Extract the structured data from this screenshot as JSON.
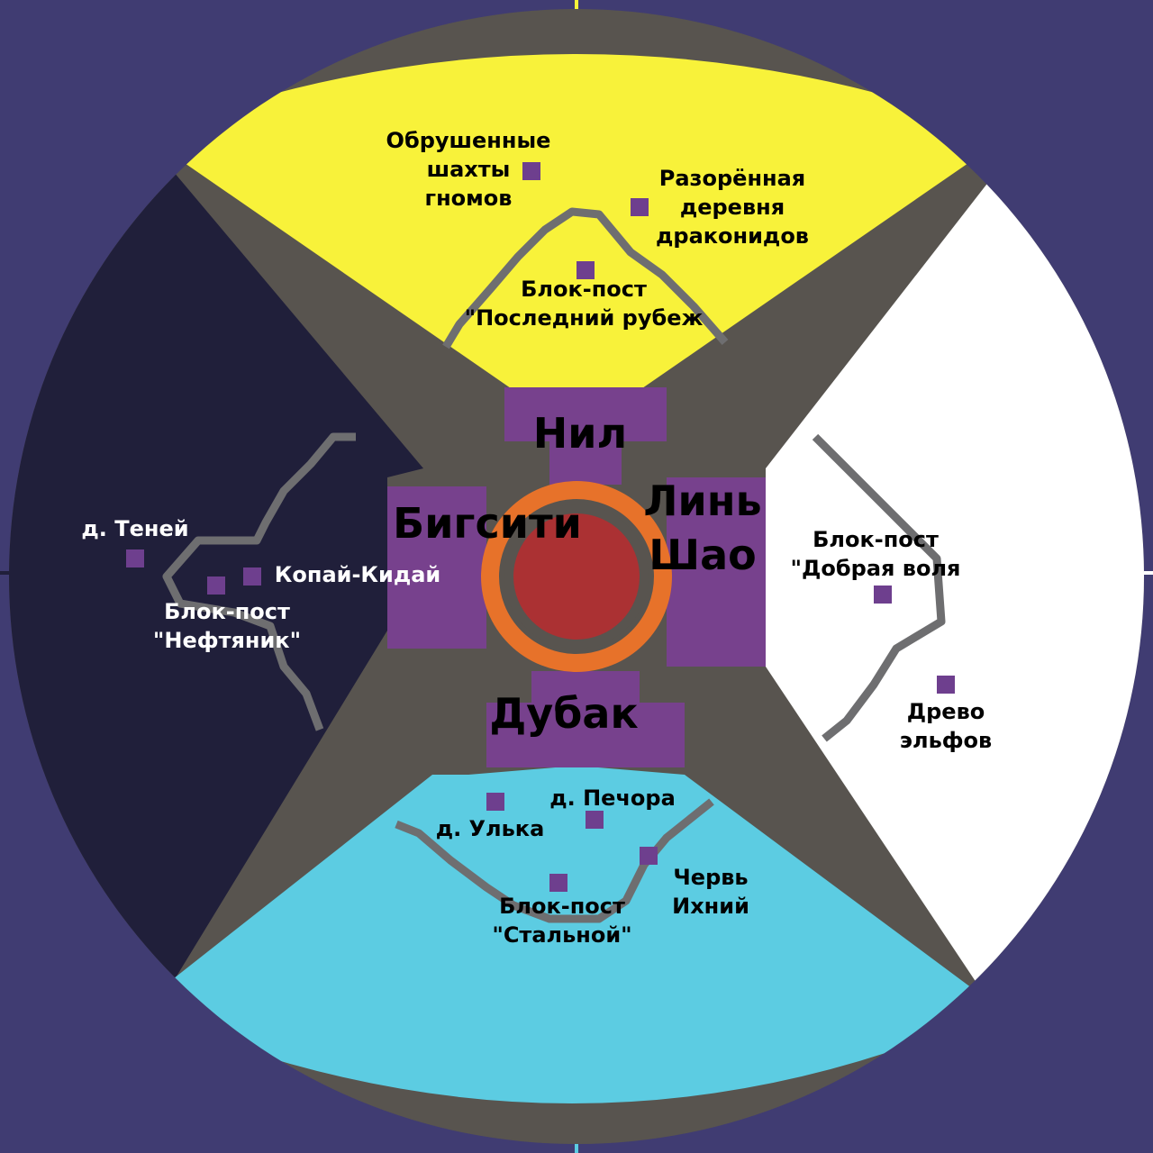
{
  "colors": {
    "background": "#403C72",
    "north_zone": "#F8F23A",
    "west_zone": "#201F3A",
    "east_zone": "#FFFFFF",
    "south_zone": "#5CCCE2",
    "roads": "#58544F",
    "district": "#77418D",
    "ring": "#E7722A",
    "core": "#AB3133",
    "borders": "#6E6E70",
    "poi_marker": "#6E3F8E"
  },
  "districts": {
    "north": "Нил",
    "west": "Бигсити",
    "east_line1": "Линь",
    "east_line2": "Шао",
    "south": "Дубак"
  },
  "places": {
    "gnome_mines": [
      "Обрушенные",
      "шахты",
      "гномов"
    ],
    "dragonborn_village": [
      "Разорённая",
      "деревня",
      "драконидов"
    ],
    "last_frontier_post": [
      "Блок-пост",
      "\"Последний рубеж"
    ],
    "shadows_village": [
      "д. Теней"
    ],
    "kopai_kidai": [
      "Копай-Кидай"
    ],
    "oilman_post": [
      "Блок-пост",
      "\"Нефтяник\""
    ],
    "goodwill_post": [
      "Блок-пост",
      "\"Добрая воля"
    ],
    "elf_tree": [
      "Древо",
      "эльфов"
    ],
    "pechora_village": [
      "д. Печора"
    ],
    "ulka_village": [
      "д. Улька"
    ],
    "worm": [
      "Червь",
      "Ихний"
    ],
    "steel_post": [
      "Блок-пост",
      "\"Стальной\""
    ]
  }
}
